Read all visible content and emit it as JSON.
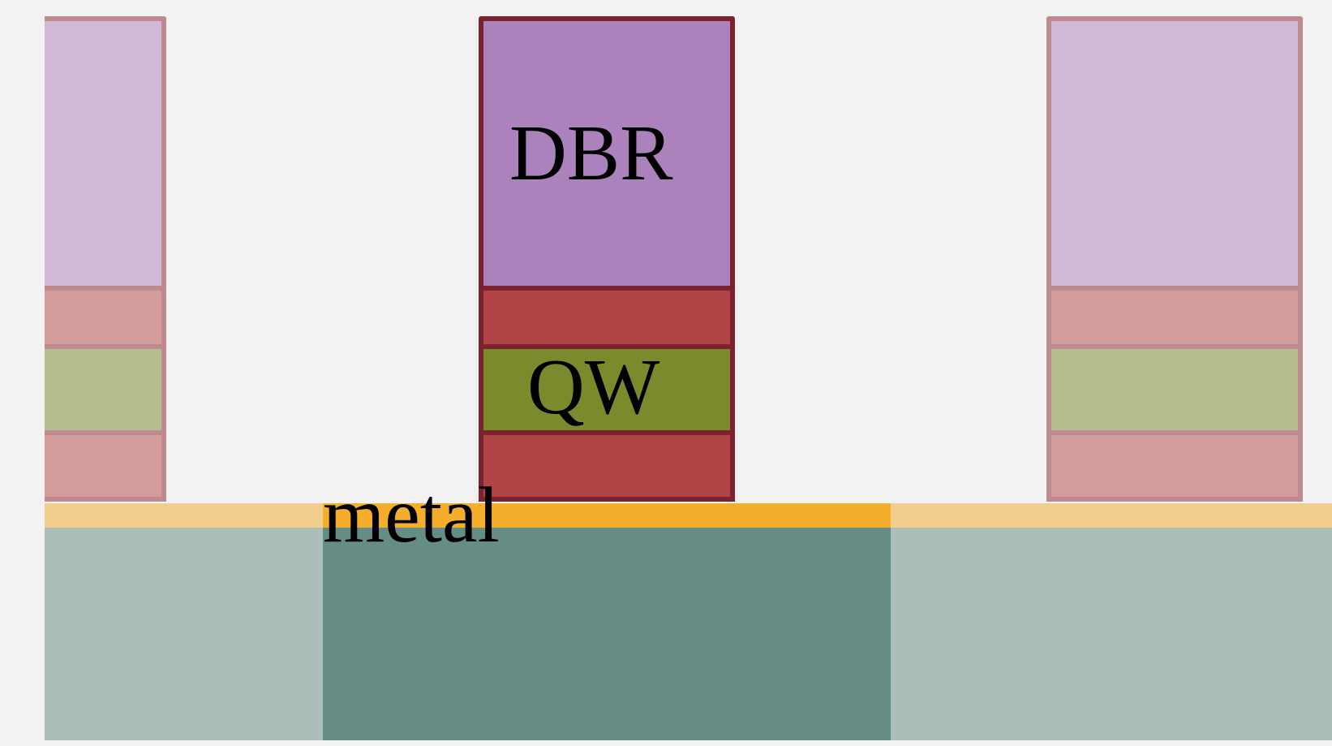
{
  "diagram": {
    "labels": {
      "dbr": "DBR",
      "qw": "QW",
      "metal": "metal"
    },
    "colors": {
      "background": "#f2f2f2",
      "dbr": "#ac82bd",
      "cladding": "#b24445",
      "quantum_well": "#7c892d",
      "pillar_border": "#7a2230",
      "metal_highlight": "#f5ad2c",
      "metal_faded": "#f2ce8c",
      "substrate_highlight": "#668d85",
      "substrate_faded": "#abbeb9",
      "faded_dbr": "#d0b8d6",
      "faded_cladding": "#d49b9b",
      "faded_quantum_well": "#b6bd8f",
      "faded_border": "#bd8a90"
    }
  }
}
